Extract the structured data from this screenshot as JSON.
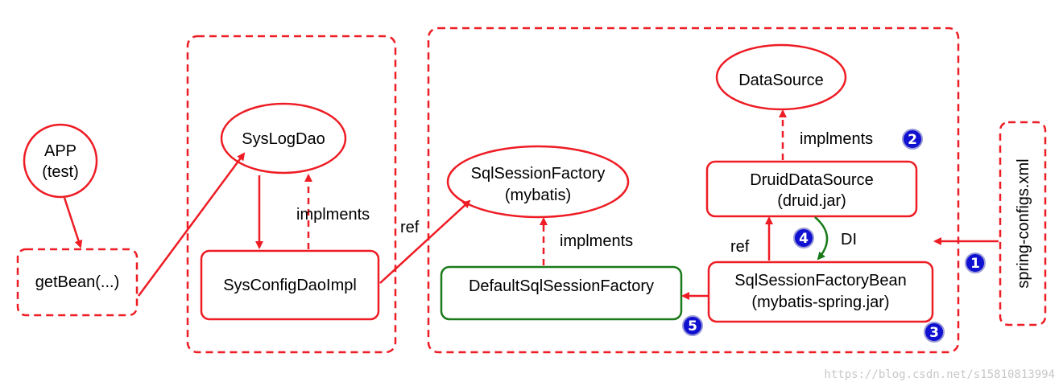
{
  "colors": {
    "red": "#ee1c24",
    "green": "#1a7a1a",
    "blue": "#1010d0"
  },
  "nodes": {
    "app": {
      "line1": "APP",
      "line2": "(test)"
    },
    "get_bean": {
      "label": "getBean(...)"
    },
    "sys_log_dao": {
      "label": "SysLogDao"
    },
    "sys_config_dao_impl": {
      "label": "SysConfigDaoImpl"
    },
    "sql_session_factory": {
      "line1": "SqlSessionFactory",
      "line2": "(mybatis)"
    },
    "default_sql_session_factory": {
      "label": "DefaultSqlSessionFactory"
    },
    "data_source": {
      "label": "DataSource"
    },
    "druid_data_source": {
      "line1": "DruidDataSource",
      "line2": "(druid.jar)"
    },
    "sql_session_factory_bean": {
      "line1": "SqlSessionFactoryBean",
      "line2": "(mybatis-spring.jar)"
    },
    "spring_configs": {
      "label": "spring-configs.xml"
    }
  },
  "edge_labels": {
    "implements_dao": "implments",
    "ref_factory": "ref",
    "implements_factory": "implments",
    "implements_datasource": "implments",
    "ref_druid": "ref",
    "di": "DI"
  },
  "badges": [
    "1",
    "2",
    "3",
    "4",
    "5"
  ],
  "watermark": "https://blog.csdn.net/s15810813994"
}
